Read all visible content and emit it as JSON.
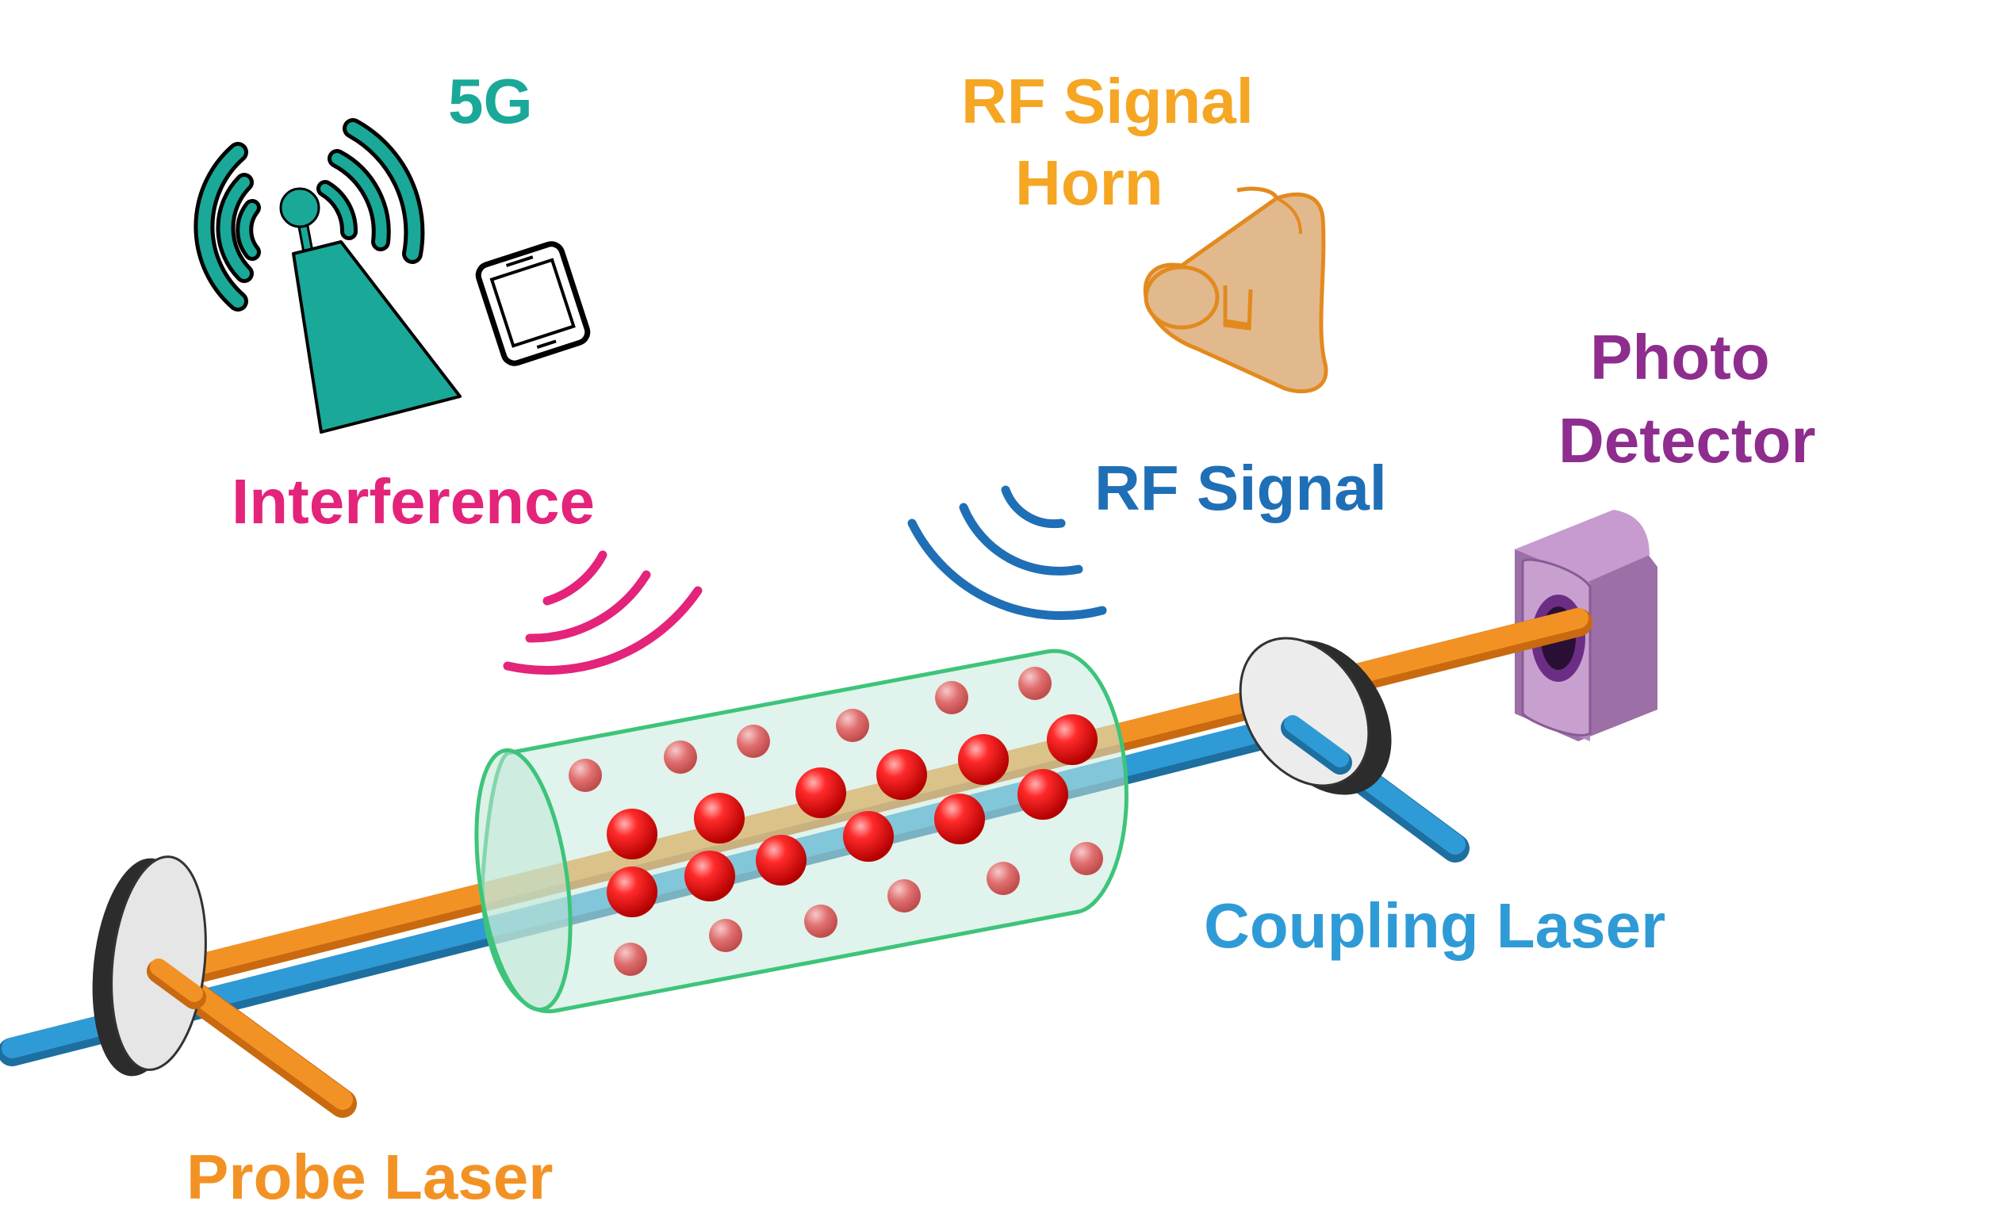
{
  "labels": {
    "fiveg": "5G",
    "rf_horn_line1": "RF Signal",
    "rf_horn_line2": "Horn",
    "photo_line1": "Photo",
    "photo_line2": "Detector",
    "interference": "Interference",
    "rf_signal": "RF Signal",
    "coupling_laser": "Coupling Laser",
    "probe_laser": "Probe Laser"
  },
  "colors": {
    "teal": "#1aa898",
    "orange_label": "#f5a623",
    "orange_beam": "#f39224",
    "purple": "#8e2d8e",
    "magenta": "#e3247a",
    "blue_signal": "#1f6fb6",
    "blue_beam": "#2f9bd6",
    "cell_glass": "#c6eadc",
    "cell_edge": "#3dc47a",
    "atom": "#e21a1a",
    "horn": "#e2b98d"
  },
  "icons": {
    "tower": "cell-tower-icon",
    "phone": "smartphone-icon",
    "horn": "horn-antenna-icon",
    "detector": "photodetector-icon"
  }
}
